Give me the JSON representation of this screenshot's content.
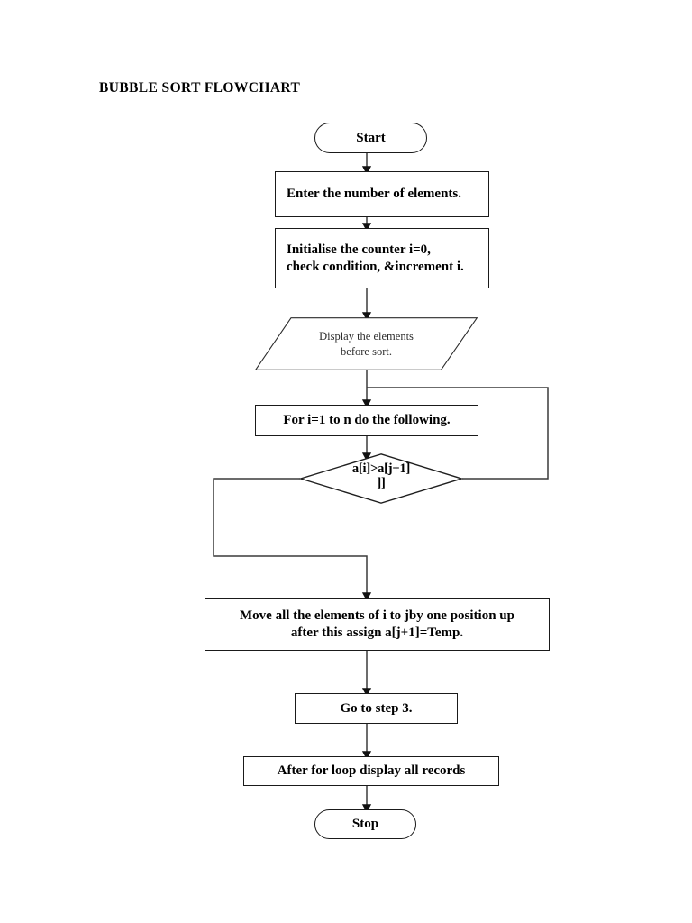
{
  "document": {
    "title": "BUBBLE SORT FLOWCHART"
  },
  "flowchart": {
    "nodes": [
      {
        "id": "start",
        "type": "terminator",
        "label": "Start"
      },
      {
        "id": "input_n",
        "type": "process",
        "label": "Enter the number of elements."
      },
      {
        "id": "init",
        "type": "process",
        "line1": "Initialise the counter i=0,",
        "line2": "check condition, &increment i."
      },
      {
        "id": "display",
        "type": "input-output",
        "line1": "Display the elements",
        "line2": "before sort."
      },
      {
        "id": "forloop",
        "type": "process",
        "label": "For i=1 to n do the following."
      },
      {
        "id": "decision",
        "type": "decision",
        "line1": "a[i]>a[j+1]",
        "line2": "]]"
      },
      {
        "id": "swap",
        "type": "process",
        "line1": "Move all the elements of i to jby one position up",
        "line2": "after this assign a[j+1]=Temp."
      },
      {
        "id": "goto",
        "type": "process",
        "label": "Go to step 3."
      },
      {
        "id": "afterloop",
        "type": "process",
        "label": "After for loop display all records"
      },
      {
        "id": "stop",
        "type": "terminator",
        "label": "Stop"
      }
    ],
    "colors": {
      "stroke": "#1a1a1a",
      "wire": "#3a3a3a",
      "text": "#000000",
      "background": "#ffffff"
    }
  }
}
